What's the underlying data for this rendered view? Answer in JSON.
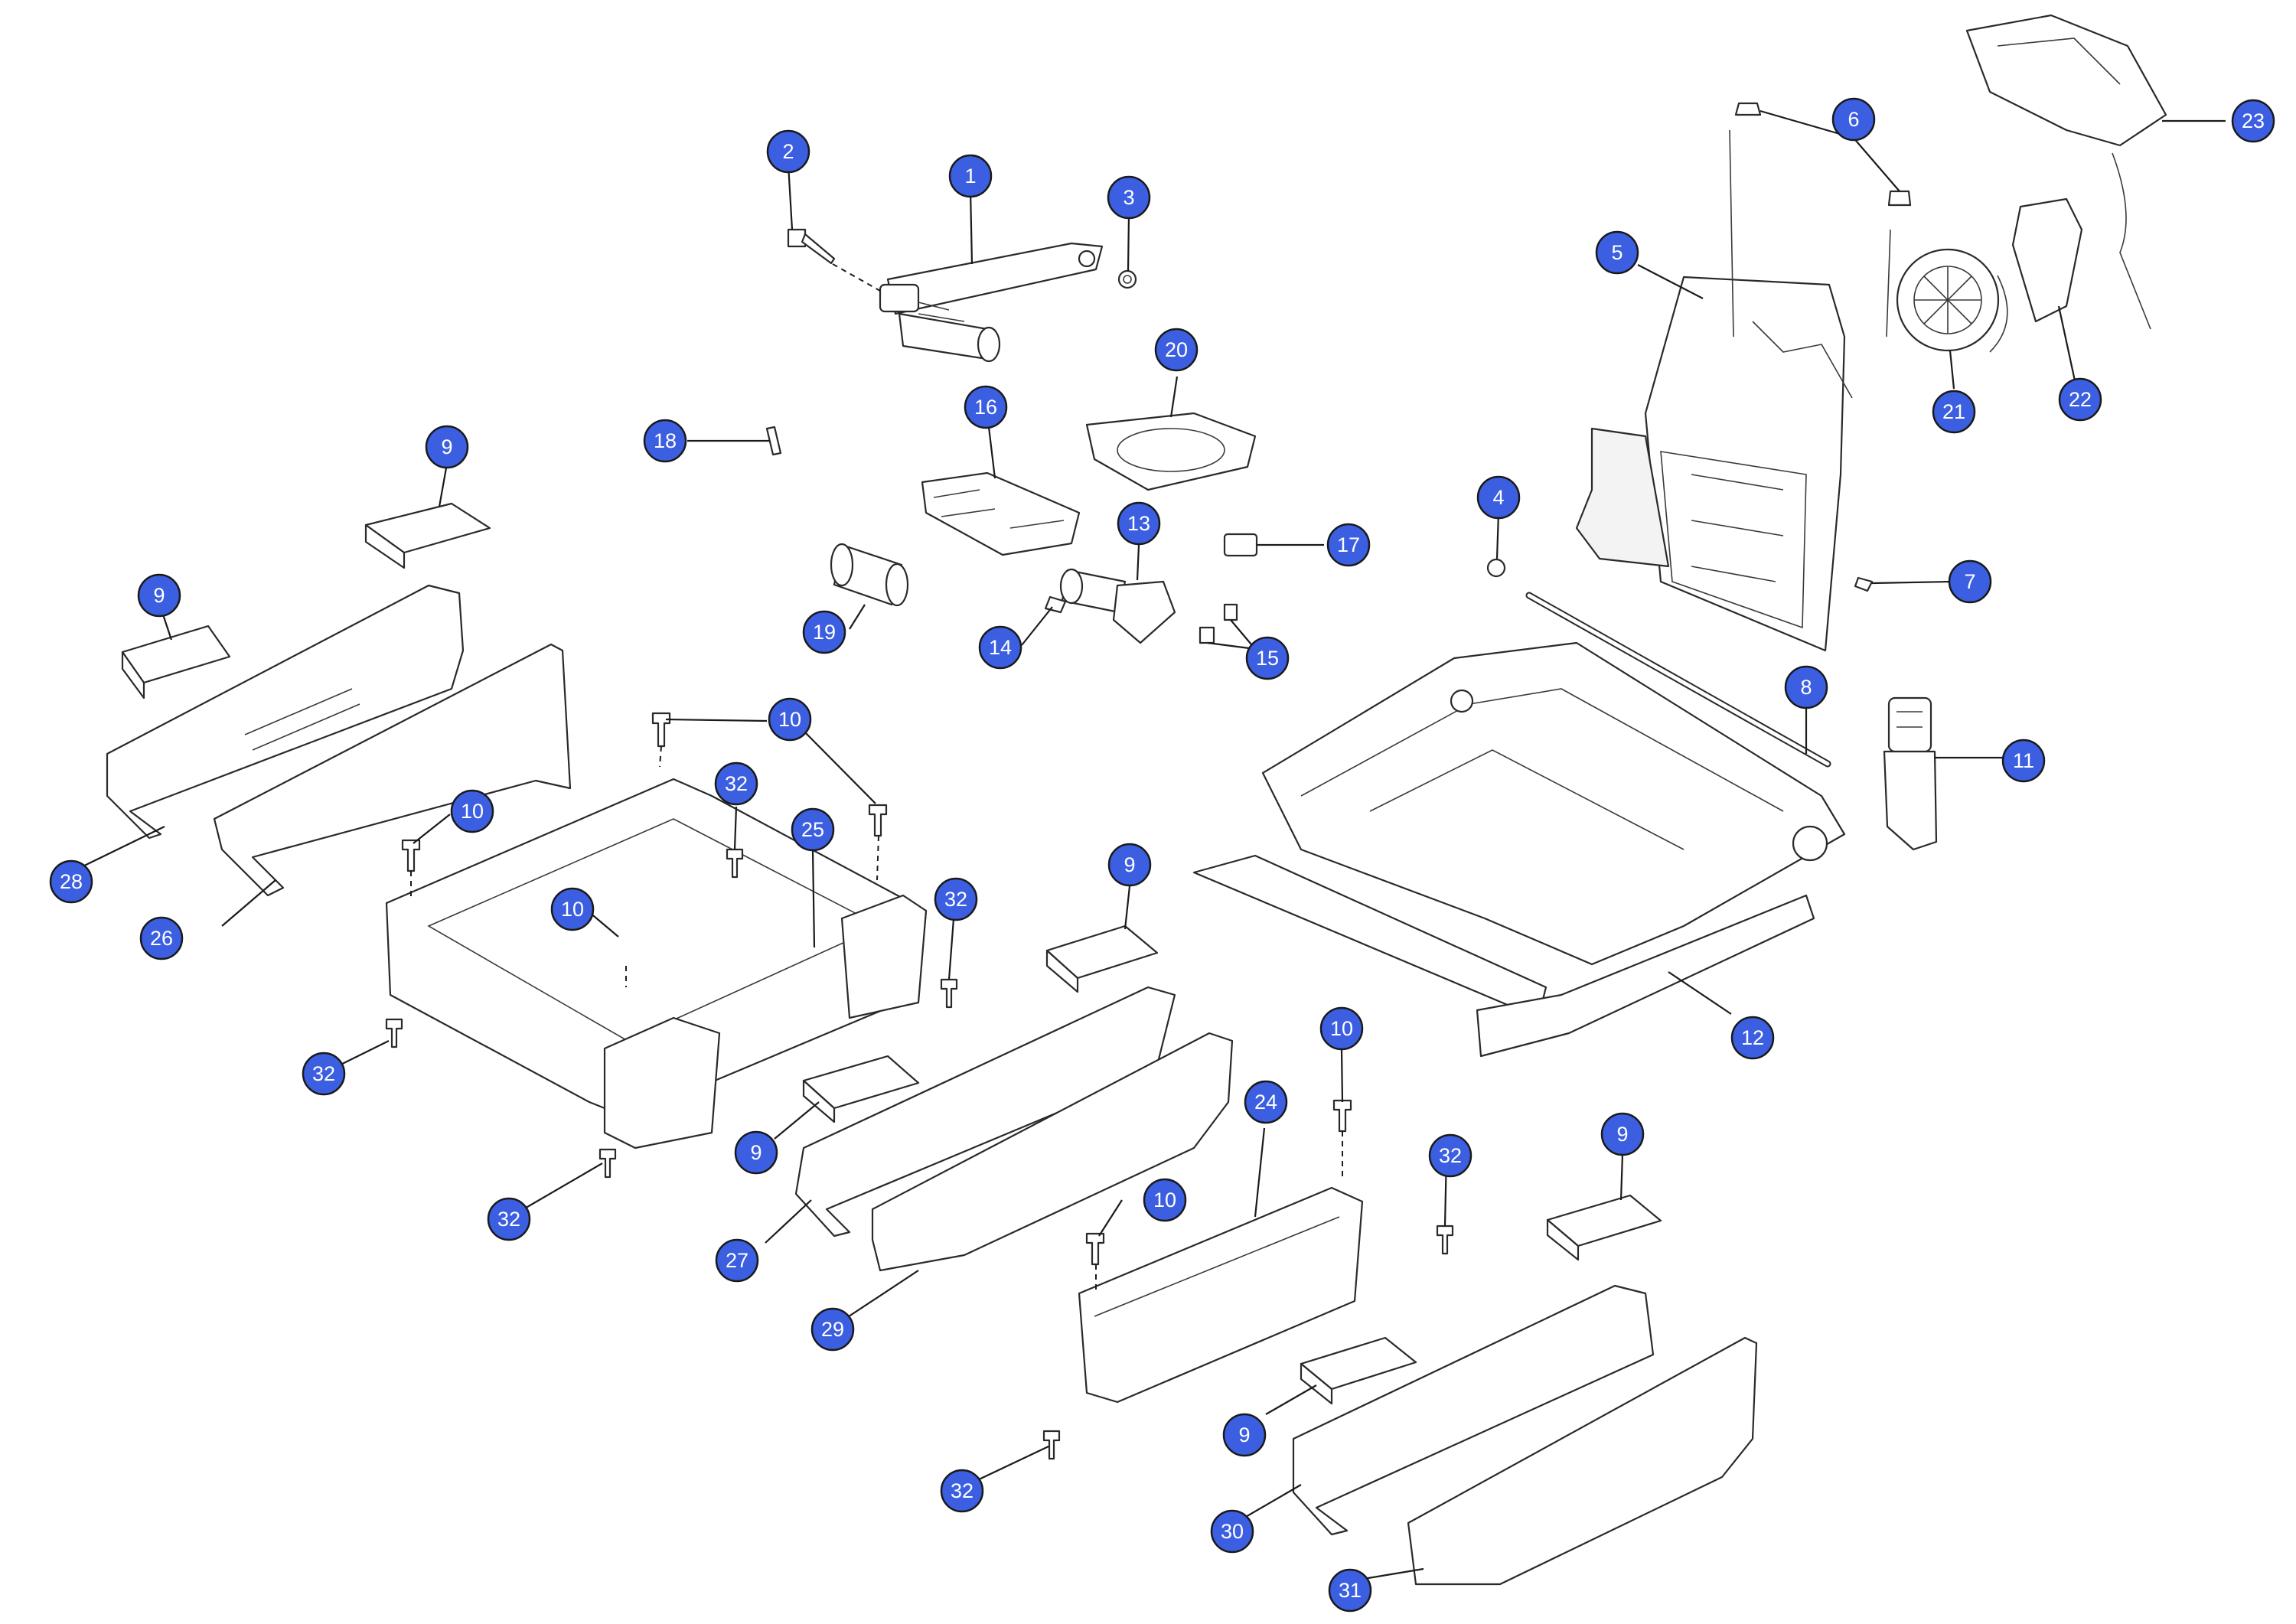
{
  "colors": {
    "callout_fill": "#3b5fe0",
    "callout_text": "#ffffff",
    "line": "#2a2a2a",
    "background": "#ffffff"
  },
  "callouts": [
    {
      "id": "c1",
      "label": "1"
    },
    {
      "id": "c2",
      "label": "2"
    },
    {
      "id": "c3",
      "label": "3"
    },
    {
      "id": "c4",
      "label": "4"
    },
    {
      "id": "c5",
      "label": "5"
    },
    {
      "id": "c6",
      "label": "6"
    },
    {
      "id": "c7",
      "label": "7"
    },
    {
      "id": "c8",
      "label": "8"
    },
    {
      "id": "c9a",
      "label": "9"
    },
    {
      "id": "c9b",
      "label": "9"
    },
    {
      "id": "c9c",
      "label": "9"
    },
    {
      "id": "c9d",
      "label": "9"
    },
    {
      "id": "c9e",
      "label": "9"
    },
    {
      "id": "c9f",
      "label": "9"
    },
    {
      "id": "c10a",
      "label": "10"
    },
    {
      "id": "c10b",
      "label": "10"
    },
    {
      "id": "c10c",
      "label": "10"
    },
    {
      "id": "c10d",
      "label": "10"
    },
    {
      "id": "c10e",
      "label": "10"
    },
    {
      "id": "c11",
      "label": "11"
    },
    {
      "id": "c12",
      "label": "12"
    },
    {
      "id": "c13",
      "label": "13"
    },
    {
      "id": "c14",
      "label": "14"
    },
    {
      "id": "c15",
      "label": "15"
    },
    {
      "id": "c16",
      "label": "16"
    },
    {
      "id": "c17",
      "label": "17"
    },
    {
      "id": "c18",
      "label": "18"
    },
    {
      "id": "c19",
      "label": "19"
    },
    {
      "id": "c20",
      "label": "20"
    },
    {
      "id": "c21",
      "label": "21"
    },
    {
      "id": "c22",
      "label": "22"
    },
    {
      "id": "c23",
      "label": "23"
    },
    {
      "id": "c24",
      "label": "24"
    },
    {
      "id": "c25",
      "label": "25"
    },
    {
      "id": "c26",
      "label": "26"
    },
    {
      "id": "c27",
      "label": "27"
    },
    {
      "id": "c28",
      "label": "28"
    },
    {
      "id": "c29",
      "label": "29"
    },
    {
      "id": "c30",
      "label": "30"
    },
    {
      "id": "c31",
      "label": "31"
    },
    {
      "id": "c32a",
      "label": "32"
    },
    {
      "id": "c32b",
      "label": "32"
    },
    {
      "id": "c32c",
      "label": "32"
    },
    {
      "id": "c32d",
      "label": "32"
    },
    {
      "id": "c32e",
      "label": "32"
    },
    {
      "id": "c32f",
      "label": "32"
    }
  ]
}
